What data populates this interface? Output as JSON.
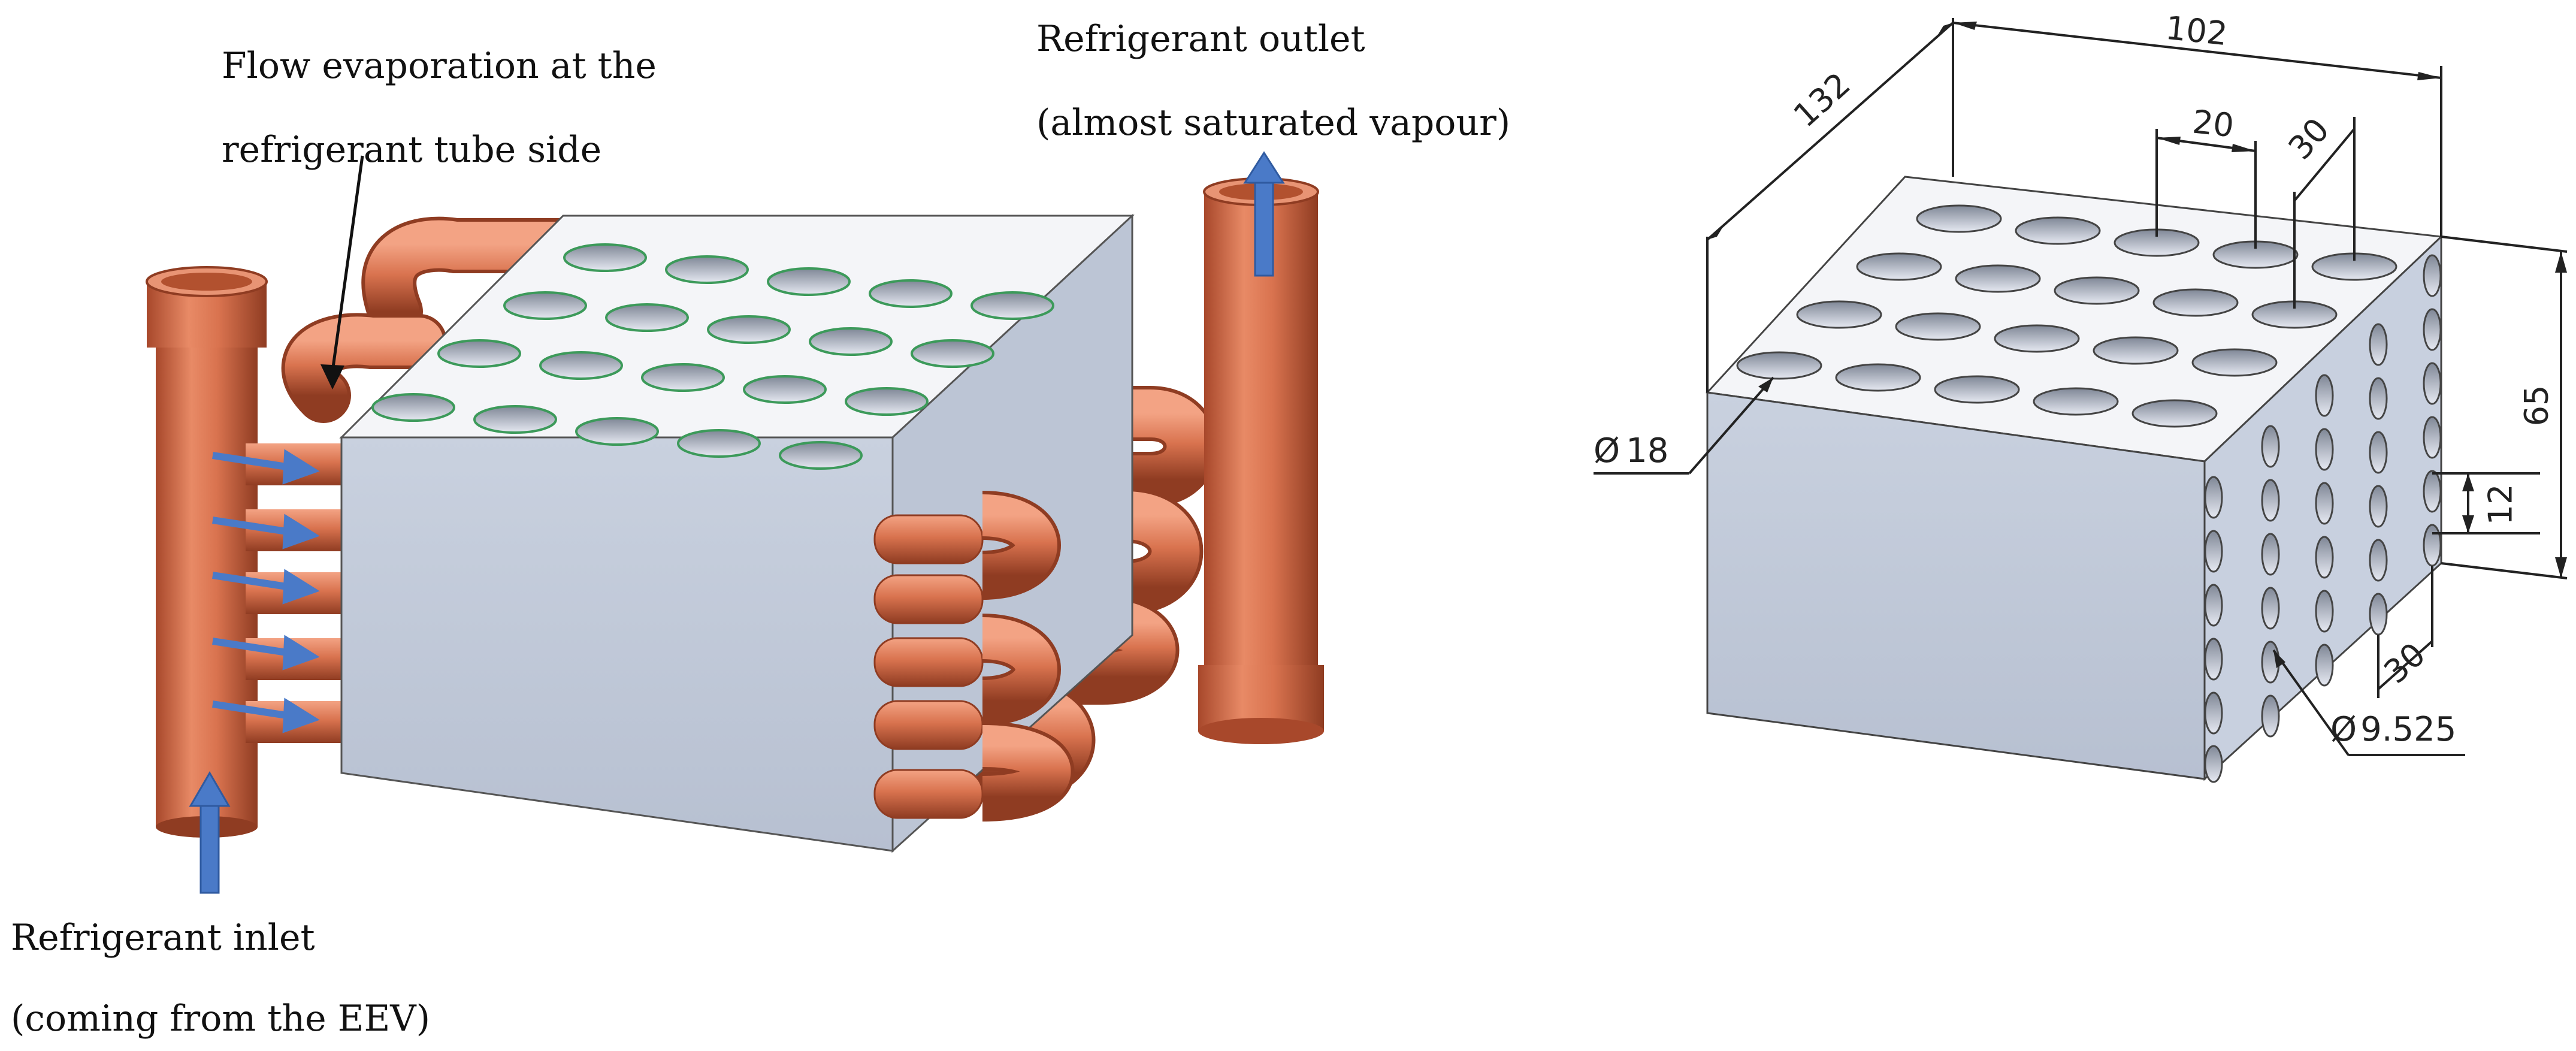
{
  "left_figure": {
    "flow_label_line1": "Flow evaporation at the",
    "flow_label_line2": "refrigerant tube side",
    "outlet_label_line1": "Refrigerant outlet",
    "outlet_label_line2": "(almost saturated vapour)",
    "inlet_label_line1": "Refrigerant inlet",
    "inlet_label_line2": "(coming from the EEV)"
  },
  "right_figure": {
    "dim_depth": "132",
    "dim_width": "102",
    "dim_hole_pitch_top": "20",
    "dim_hole_pitch_top2": "30",
    "dim_height": "65",
    "dim_tube_pitch_vertical": "12",
    "dim_tube_pitch_side": "30",
    "hole_diameter_symbol": "Ø",
    "hole_diameter": "18",
    "tube_diameter": "9.525"
  },
  "colors": {
    "copper": "#d9734f",
    "copper_dark": "#a8482b",
    "block_side": "#c3ccdc",
    "block_top": "#f2f3f6",
    "arrow_blue": "#4a7ac8"
  }
}
